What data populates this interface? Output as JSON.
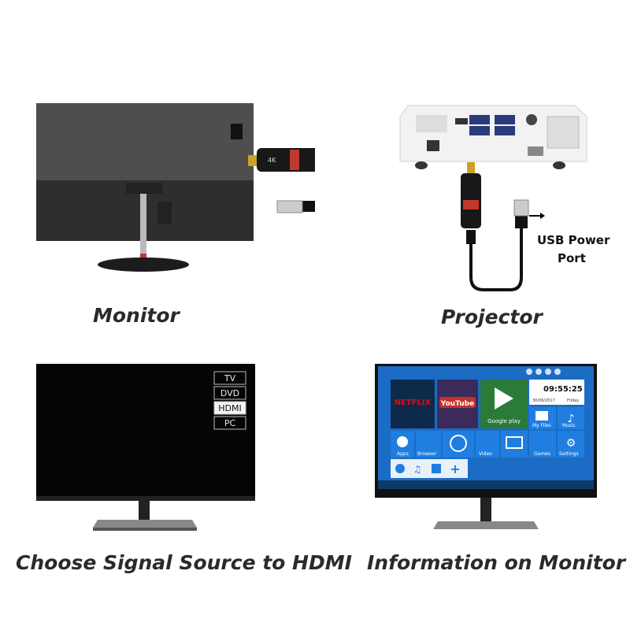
{
  "captions": {
    "monitor": "Monitor",
    "projector": "Projector",
    "choose_source": "Choose Signal Source to HDMI",
    "information": "Information on Monitor"
  },
  "projector_panel": {
    "usb_power_port_line1": "USB Power",
    "usb_power_port_line2": "Port"
  },
  "dongle": {
    "brand": "4K"
  },
  "source_menu": {
    "items": [
      "TV",
      "DVD",
      "HDMI",
      "PC"
    ],
    "selected": "HDMI"
  },
  "android_screen": {
    "clock_time": "09:55:25",
    "date": "30/06/2017",
    "day": "Friday",
    "apps": {
      "netflix": "NETFLIX",
      "youtube": "YouTube",
      "google_play": "Google play",
      "my_files": "My Files",
      "music": "Music",
      "apps": "Apps",
      "browser": "Browser",
      "video": "Video",
      "games": "Games",
      "settings": "Settings"
    }
  },
  "colors": {
    "caption_text": "#2a2a2a",
    "tile_blue": "#1c6fd1",
    "screen_bg": "#1b6cc4"
  }
}
